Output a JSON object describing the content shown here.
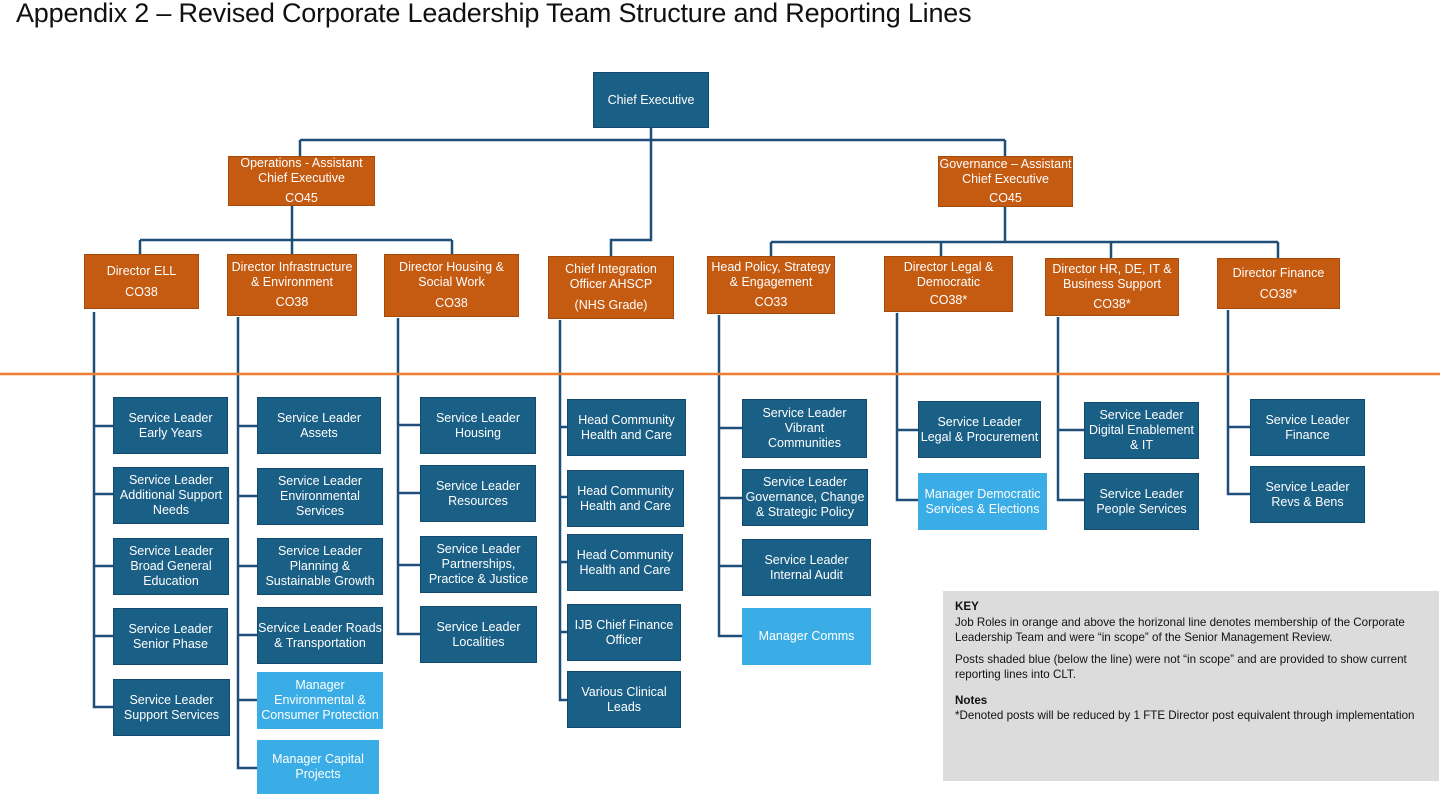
{
  "title": "Appendix 2 – Revised Corporate Leadership Team Structure and Reporting Lines",
  "colors": {
    "orange": "#c55a11",
    "dark_blue": "#1a5f86",
    "light_blue": "#3aade6",
    "connector": "#1f4e79",
    "divider": "#ed7d31",
    "key_bg": "#dcdcdc"
  },
  "top": {
    "ceo": "Chief Executive",
    "ops_ace": {
      "title": "Operations - Assistant\nChief Executive",
      "code": "CO45"
    },
    "gov_ace": {
      "title": "Governance – Assistant\nChief Executive",
      "code": "CO45"
    }
  },
  "directors": {
    "ell": {
      "title": "Director ELL",
      "code": "CO38"
    },
    "infra": {
      "title": "Director Infrastructure\n& Environment",
      "code": "CO38"
    },
    "housing": {
      "title": "Director  Housing &\nSocial Work",
      "code": "CO38"
    },
    "integration": {
      "title": "Chief Integration\nOfficer AHSCP",
      "code": "(NHS Grade)"
    },
    "policy": {
      "title": "Head Policy, Strategy\n& Engagement",
      "code": "CO33"
    },
    "legal": {
      "title": "Director Legal &\nDemocratic",
      "code": "CO38*"
    },
    "hr": {
      "title": "Director  HR, DE, IT &\nBusiness Support",
      "code": "CO38*"
    },
    "finance": {
      "title": "Director Finance",
      "code": "CO38*"
    }
  },
  "reports": {
    "ell": [
      "Service Leader\nEarly Years",
      "Service Leader\nAdditional Support\nNeeds",
      "Service Leader\nBroad General\nEducation",
      "Service Leader\nSenior Phase",
      "Service Leader\nSupport Services"
    ],
    "infra": [
      "Service Leader Assets",
      "Service Leader\nEnvironmental\nServices",
      "Service Leader\nPlanning &\nSustainable Growth",
      "Service Leader Roads\n& Transportation",
      "Manager\nEnvironmental &\nConsumer Protection",
      "Manager Capital\nProjects"
    ],
    "housing": [
      "Service Leader\nHousing",
      "Service Leader\nResources",
      "Service Leader\nPartnerships,\nPractice & Justice",
      "Service Leader\nLocalities"
    ],
    "integration": [
      "Head Community\nHealth and Care",
      "Head Community\nHealth and Care",
      "Head Community\nHealth and Care",
      "IJB Chief Finance\nOfficer",
      "Various Clinical\nLeads"
    ],
    "policy": [
      "Service Leader Vibrant\nCommunities",
      "Service Leader\nGovernance, Change\n& Strategic Policy",
      "Service Leader\nInternal Audit",
      "Manager Comms"
    ],
    "legal": [
      "Service Leader\nLegal & Procurement",
      "Manager Democratic\nServices & Elections"
    ],
    "hr": [
      "Service Leader\nDigital Enablement\n& IT",
      "Service Leader\nPeople Services"
    ],
    "finance": [
      "Service Leader\nFinance",
      "Service Leader\nRevs & Bens"
    ]
  },
  "key": {
    "heading": "KEY",
    "line1": "Job Roles in orange and above the horizonal line denotes membership of the Corporate Leadership Team and were “in scope” of the Senior Management Review.",
    "line2": "Posts shaded blue (below the line) were not “in scope” and are provided to show current reporting lines into CLT.",
    "notes_heading": "Notes",
    "note": "*Denoted posts will be reduced by 1 FTE Director post equivalent  through implementation"
  }
}
